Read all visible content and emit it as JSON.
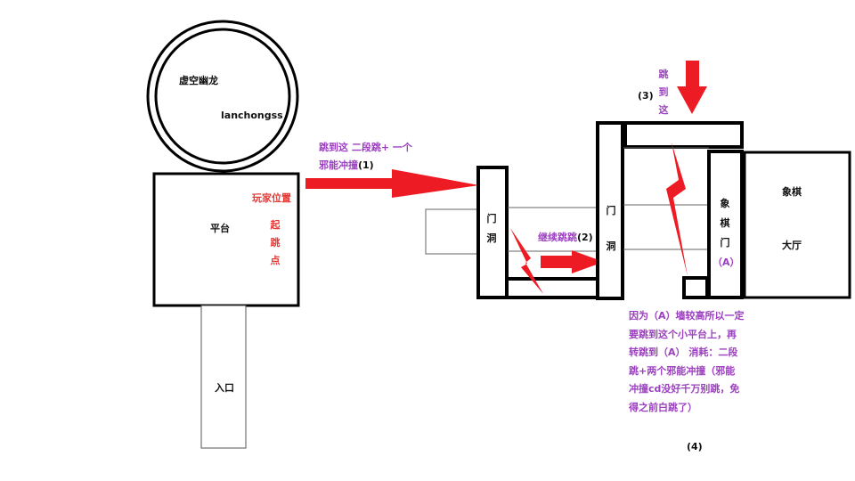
{
  "labels": {
    "circle_line1": "虚空幽龙",
    "circle_line2": "lanchongss",
    "platform": "平台",
    "player_position": "玩家位置",
    "jump_point": "起跳点",
    "entrance": "入口",
    "door_hole_left": "门洞",
    "door_hole_mid": "门洞",
    "chess_door": "象棋门",
    "chess_door_tag": "（A）",
    "chess_hall_1": "象棋",
    "chess_hall_2": "大厅"
  },
  "annotations": {
    "step1_text": "跳到这 二段跳+ 一个邪能冲撞",
    "step1_tag": "(1)",
    "step2_text": "继续跳跳",
    "step2_tag": "(2)",
    "step3_text": "跳到这",
    "step3_tag": "(3)",
    "step4_text": "因为（A）墙较高所以一定要跳到这个小平台上，再转跳到（A） 消耗：二段跳+两个邪能冲撞（邪能冲撞cd没好千万别跳，免得之前白跳了）",
    "step4_tag": "(4)"
  },
  "colors": {
    "arrow": "#ed1c24",
    "purple_text": "#9c3fc0",
    "red_text": "#e53935",
    "outline": "#000000",
    "light_outline": "#666666"
  }
}
